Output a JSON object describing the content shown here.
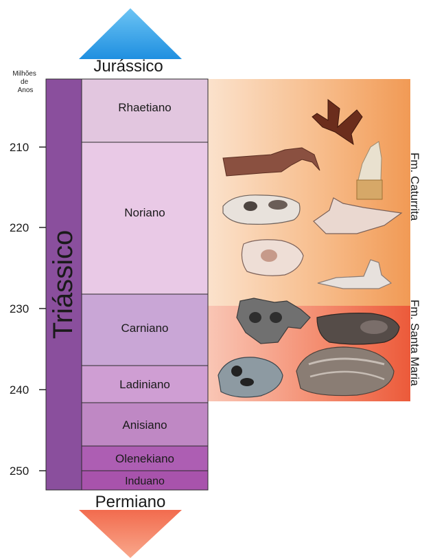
{
  "axis": {
    "title_lines": [
      "Milhões",
      "de",
      "Anos"
    ],
    "ticks": [
      210,
      220,
      230,
      240,
      250
    ]
  },
  "period": "Triássico",
  "above": "Jurássico",
  "below": "Permiano",
  "stages": [
    {
      "name": "Rhaetiano",
      "color": "#e2c6df"
    },
    {
      "name": "Noriano",
      "color": "#e9c9e6"
    },
    {
      "name": "Carniano",
      "color": "#c9a6d6"
    },
    {
      "name": "Ladiniano",
      "color": "#cf9ed3"
    },
    {
      "name": "Anisiano",
      "color": "#bf88c4"
    },
    {
      "name": "Olenekiano",
      "color": "#ad5eb3"
    },
    {
      "name": "Induano",
      "color": "#a853ac"
    }
  ],
  "formations": [
    {
      "name": "Fm. Caturrita",
      "color": "#f4a86e"
    },
    {
      "name": "Fm. Santa Maria",
      "color": "#ee6a4e"
    }
  ],
  "fossils": [
    {
      "name": "footprint",
      "color": "#6b2d1c"
    },
    {
      "name": "claw",
      "color": "#8a5040"
    },
    {
      "name": "tooth",
      "color": "#d6a868"
    },
    {
      "name": "skull-1",
      "color": "#e8e2dc"
    },
    {
      "name": "jaw-1",
      "color": "#ead8d0"
    },
    {
      "name": "skull-2",
      "color": "#eeded6"
    },
    {
      "name": "jaw-2",
      "color": "#e7e1dd"
    },
    {
      "name": "skull-3",
      "color": "#707070"
    },
    {
      "name": "skull-4",
      "color": "#554c48"
    },
    {
      "name": "skull-5",
      "color": "#8d9aa2"
    },
    {
      "name": "slab",
      "color": "#8a7d74"
    }
  ]
}
